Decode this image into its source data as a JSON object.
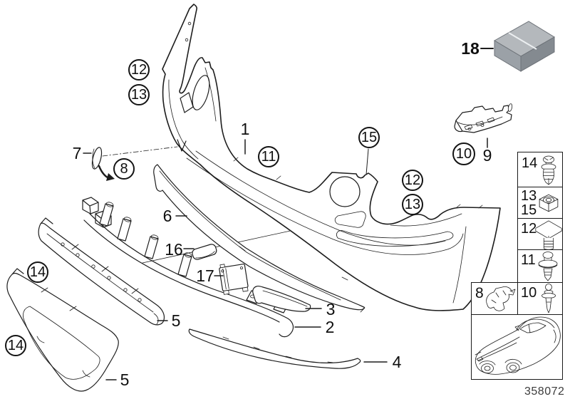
{
  "palette": {
    "line": "#1d1d1d",
    "bg": "#ffffff",
    "box_top": "#b4b8bc",
    "box_front": "#9ba1a7",
    "box_side": "#848a90",
    "muted": "#3c3c3c"
  },
  "drawing_number": "358072",
  "kit": {
    "label": "18",
    "icon": "sealed-parts-box-icon"
  },
  "callouts": {
    "circled": [
      {
        "label": "12"
      },
      {
        "label": "13"
      },
      {
        "label": "8"
      },
      {
        "label": "11"
      },
      {
        "label": "15"
      },
      {
        "label": "10"
      },
      {
        "label": "12"
      },
      {
        "label": "13"
      },
      {
        "label": "14"
      },
      {
        "label": "14"
      }
    ],
    "plain": [
      {
        "label": "1"
      },
      {
        "label": "7"
      },
      {
        "label": "9"
      },
      {
        "label": "6"
      },
      {
        "label": "16"
      },
      {
        "label": "17"
      },
      {
        "label": "5"
      },
      {
        "label": "5"
      },
      {
        "label": "3"
      },
      {
        "label": "2"
      },
      {
        "label": "4"
      }
    ]
  },
  "legend": {
    "vehicle_icon": "car-front-three-quarter-icon",
    "cells": [
      {
        "labels": [
          "14"
        ],
        "icon": "expanding-rivet-icon"
      },
      {
        "labels": [
          "13",
          "15"
        ],
        "icon": "hex-nut-icon"
      },
      {
        "labels": [
          "12"
        ],
        "icon": "square-head-screw-icon"
      },
      {
        "labels": [
          "11"
        ],
        "icon": "flange-rivet-icon"
      },
      {
        "labels": [
          "10"
        ],
        "icon": "pin-rivet-icon"
      },
      {
        "labels": [
          "8"
        ],
        "icon": "retaining-clip-icon"
      }
    ]
  }
}
